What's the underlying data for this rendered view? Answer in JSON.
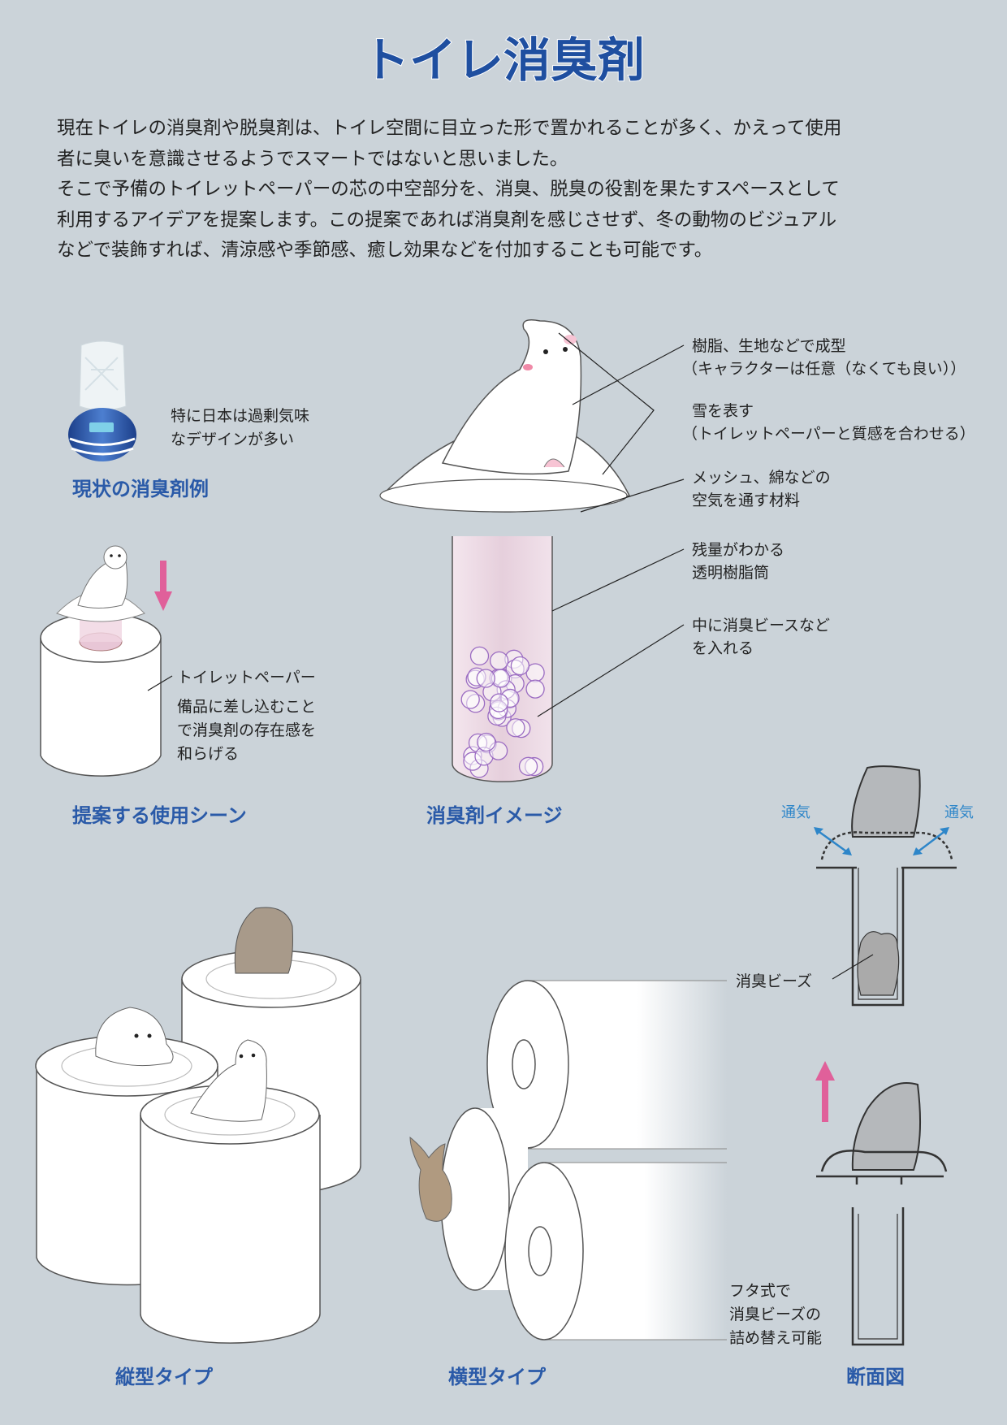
{
  "title": "トイレ消臭剤",
  "intro": [
    "現在トイレの消臭剤や脱臭剤は、トイレ空間に目立った形で置かれることが多く、かえって使用",
    "者に臭いを意識させるようでスマートではないと思いました。",
    "そこで予備のトイレットペーパーの芯の中空部分を、消臭、脱臭の役割を果たすスペースとして",
    "利用するアイデアを提案します。この提案であれば消臭剤を感じさせず、冬の動物のビジュアル",
    "などで装飾すれば、清涼感や季節感、癒し効果などを付加することも可能です。"
  ],
  "current_example": {
    "note": [
      "特に日本は過剰気味",
      "なデザインが多い"
    ],
    "label": "現状の消臭剤例"
  },
  "usage_scene": {
    "pointer_label": "トイレットペーパー",
    "note": [
      "備品に差し込むこと",
      "で消臭剤の存在感を",
      "和らげる"
    ],
    "label": "提案する使用シーン"
  },
  "product_image": {
    "label": "消臭剤イメージ",
    "annotations": [
      [
        "樹脂、生地などで成型",
        "（キャラクターは任意（なくても良い））"
      ],
      [
        "雪を表す",
        "（トイレットペーパーと質感を合わせる）"
      ],
      [
        "メッシュ、綿などの",
        "空気を通す材料"
      ],
      [
        "残量がわかる",
        "透明樹脂筒"
      ],
      [
        "中に消臭ビースなど",
        "を入れる"
      ]
    ]
  },
  "cross_section": {
    "vent_left": "通気",
    "vent_right": "通気",
    "beads_label": "消臭ビーズ",
    "refill_note": [
      "フタ式で",
      "消臭ビーズの",
      "詰め替え可能"
    ],
    "label": "断面図"
  },
  "vertical_type": {
    "label": "縦型タイプ"
  },
  "horizontal_type": {
    "label": "横型タイプ"
  },
  "colors": {
    "title": "#1f4fa0",
    "label": "#2a5aa8",
    "arrow": "#e0609a",
    "vent": "#2e86c9",
    "background": "#cbd3d9"
  }
}
